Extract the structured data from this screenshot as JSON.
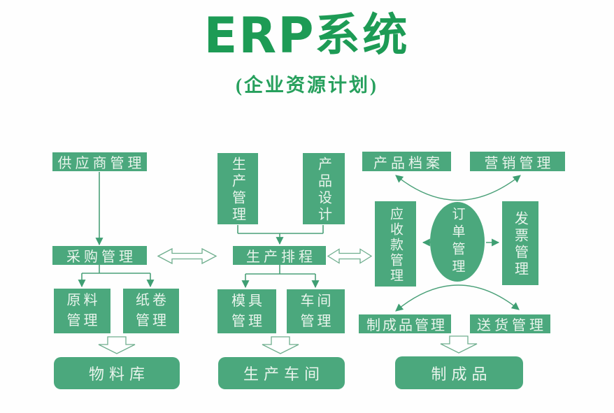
{
  "title": {
    "en": "ERP",
    "zh": "系统",
    "subtitle": "(企业资源计划)"
  },
  "colors": {
    "box": "#4ba87d",
    "title": "#1d9b55",
    "line": "#4aa078",
    "box_text": "#e9f4ec"
  },
  "nodes": {
    "supplier": {
      "label": "供应商管理"
    },
    "procurement": {
      "label": "采购管理"
    },
    "raw_material": {
      "label": "原料\n管理"
    },
    "paper_roll": {
      "label": "纸卷\n管理"
    },
    "material_warehouse": {
      "label": "物料库"
    },
    "production_mgmt": {
      "label": "生产管理"
    },
    "product_design": {
      "label": "产品设计"
    },
    "scheduling": {
      "label": "生产排程"
    },
    "mold": {
      "label": "模具\n管理"
    },
    "workshop_mgmt": {
      "label": "车间\n管理"
    },
    "production_workshop": {
      "label": "生产车间"
    },
    "product_archive": {
      "label": "产品档案"
    },
    "marketing": {
      "label": "营销管理"
    },
    "receivables": {
      "label": "应收款管理"
    },
    "order_mgmt": {
      "label": "订单管理"
    },
    "invoice": {
      "label": "发票管理"
    },
    "finished_goods_mgmt": {
      "label": "制成品管理"
    },
    "delivery": {
      "label": "送货管理"
    },
    "finished_goods": {
      "label": "制成品"
    }
  }
}
